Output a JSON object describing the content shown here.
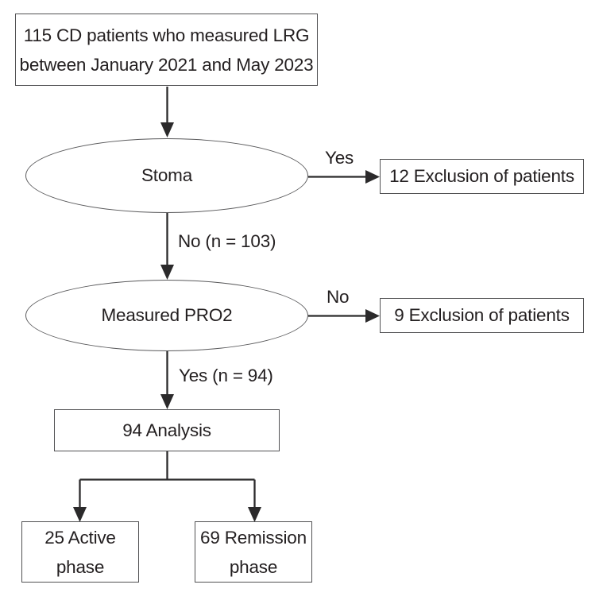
{
  "nodes": {
    "start": {
      "line1": "115 CD patients who measured LRG",
      "line2": "between January 2021 and May 2023"
    },
    "stoma": {
      "label": "Stoma"
    },
    "exclusion_stoma": {
      "label": "12 Exclusion of patients"
    },
    "pro2": {
      "label": "Measured PRO2"
    },
    "exclusion_pro2": {
      "label": "9 Exclusion of patients"
    },
    "analysis": {
      "label": "94 Analysis"
    },
    "active_phase": {
      "line1": "25 Active",
      "line2": "phase"
    },
    "remission_phase": {
      "line1": "69 Remission",
      "line2": "phase"
    }
  },
  "edge_labels": {
    "stoma_yes": "Yes",
    "stoma_no": "No (n = 103)",
    "pro2_no": "No",
    "pro2_yes": "Yes (n = 94)"
  },
  "colors": {
    "text_color": "#231f20",
    "line_color": "#2b2a2b",
    "box_border": "#515153",
    "ellipse_border": "#59595b",
    "bg": "#ffffff"
  }
}
